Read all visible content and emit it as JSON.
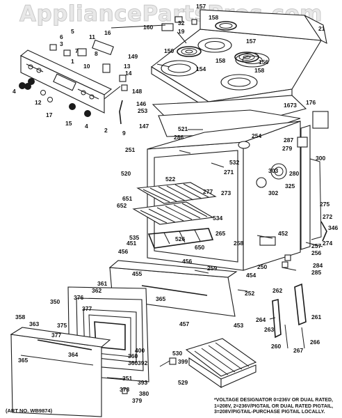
{
  "watermark": "AppliancePartsPros.com",
  "art_number": "(ART NO. WB9874)",
  "voltage_note": [
    "*VOLTAGE DESIGNATOR 0=236V OR DUAL RATED,",
    "1=208V, 2=236V/PIGTAIL OR DUAL RATED PIGTAIL,",
    "3=208V/PIGTAIL-PURCHASE PIGTAIL LOCALLY."
  ],
  "callouts": [
    {
      "id": "c157a",
      "text": "157"
    },
    {
      "id": "c160",
      "text": "160"
    },
    {
      "id": "c32",
      "text": "32"
    },
    {
      "id": "c19",
      "text": "19"
    },
    {
      "id": "c158a",
      "text": "158"
    },
    {
      "id": "c21",
      "text": "21"
    },
    {
      "id": "c16",
      "text": "16"
    },
    {
      "id": "c11",
      "text": "11"
    },
    {
      "id": "c5",
      "text": "5"
    },
    {
      "id": "c6",
      "text": "6"
    },
    {
      "id": "c3",
      "text": "3"
    },
    {
      "id": "c7",
      "text": "7"
    },
    {
      "id": "c1",
      "text": "1"
    },
    {
      "id": "c8",
      "text": "8"
    },
    {
      "id": "c10",
      "text": "10"
    },
    {
      "id": "c149",
      "text": "149"
    },
    {
      "id": "c13",
      "text": "13"
    },
    {
      "id": "c14",
      "text": "14"
    },
    {
      "id": "c150",
      "text": "150"
    },
    {
      "id": "c157b",
      "text": "157"
    },
    {
      "id": "c154",
      "text": "154"
    },
    {
      "id": "c156",
      "text": "156"
    },
    {
      "id": "c158b",
      "text": "158"
    },
    {
      "id": "c158c",
      "text": "158"
    },
    {
      "id": "c4a",
      "text": "4"
    },
    {
      "id": "c12",
      "text": "12"
    },
    {
      "id": "c17",
      "text": "17"
    },
    {
      "id": "c15",
      "text": "15"
    },
    {
      "id": "c4b",
      "text": "4"
    },
    {
      "id": "c2",
      "text": "2"
    },
    {
      "id": "c9",
      "text": "9"
    },
    {
      "id": "c148",
      "text": "148"
    },
    {
      "id": "c146",
      "text": "146"
    },
    {
      "id": "c253",
      "text": "253"
    },
    {
      "id": "c147",
      "text": "147"
    },
    {
      "id": "c1673",
      "text": "1673"
    },
    {
      "id": "c176",
      "text": "176"
    },
    {
      "id": "c521",
      "text": "521"
    },
    {
      "id": "c286",
      "text": "286"
    },
    {
      "id": "c254",
      "text": "254"
    },
    {
      "id": "c287",
      "text": "287"
    },
    {
      "id": "c279",
      "text": "279"
    },
    {
      "id": "c251",
      "text": "251"
    },
    {
      "id": "c532",
      "text": "532"
    },
    {
      "id": "c271",
      "text": "271"
    },
    {
      "id": "c300",
      "text": "300"
    },
    {
      "id": "c520",
      "text": "520"
    },
    {
      "id": "c522",
      "text": "522"
    },
    {
      "id": "c303",
      "text": "303"
    },
    {
      "id": "c280",
      "text": "280"
    },
    {
      "id": "c651",
      "text": "651"
    },
    {
      "id": "c652",
      "text": "652"
    },
    {
      "id": "c277",
      "text": "277"
    },
    {
      "id": "c273",
      "text": "273"
    },
    {
      "id": "c325",
      "text": "325"
    },
    {
      "id": "c302",
      "text": "302"
    },
    {
      "id": "c275",
      "text": "275"
    },
    {
      "id": "c534",
      "text": "534"
    },
    {
      "id": "c272",
      "text": "272"
    },
    {
      "id": "c535",
      "text": "535"
    },
    {
      "id": "c526",
      "text": "526"
    },
    {
      "id": "c265",
      "text": "265"
    },
    {
      "id": "c452",
      "text": "452"
    },
    {
      "id": "c346",
      "text": "346"
    },
    {
      "id": "c274",
      "text": "274"
    },
    {
      "id": "c451",
      "text": "451"
    },
    {
      "id": "c650",
      "text": "650"
    },
    {
      "id": "c258",
      "text": "258"
    },
    {
      "id": "c257",
      "text": "257"
    },
    {
      "id": "c256",
      "text": "256"
    },
    {
      "id": "c456a",
      "text": "456"
    },
    {
      "id": "c456b",
      "text": "456"
    },
    {
      "id": "c250",
      "text": "250"
    },
    {
      "id": "c284",
      "text": "284"
    },
    {
      "id": "c285",
      "text": "285"
    },
    {
      "id": "c259",
      "text": "259"
    },
    {
      "id": "c455",
      "text": "455"
    },
    {
      "id": "c454",
      "text": "454"
    },
    {
      "id": "c361",
      "text": "361"
    },
    {
      "id": "c362",
      "text": "362"
    },
    {
      "id": "c252",
      "text": "252"
    },
    {
      "id": "c262",
      "text": "262"
    },
    {
      "id": "c365a",
      "text": "365"
    },
    {
      "id": "c350",
      "text": "350"
    },
    {
      "id": "c376",
      "text": "376"
    },
    {
      "id": "c377a",
      "text": "377"
    },
    {
      "id": "c453",
      "text": "453"
    },
    {
      "id": "c264",
      "text": "264"
    },
    {
      "id": "c261",
      "text": "261"
    },
    {
      "id": "c358",
      "text": "358"
    },
    {
      "id": "c457",
      "text": "457"
    },
    {
      "id": "c363",
      "text": "363"
    },
    {
      "id": "c375",
      "text": "375"
    },
    {
      "id": "c263",
      "text": "263"
    },
    {
      "id": "c377b",
      "text": "377"
    },
    {
      "id": "c400",
      "text": "400"
    },
    {
      "id": "c260",
      "text": "260"
    },
    {
      "id": "c266",
      "text": "266"
    },
    {
      "id": "c267",
      "text": "267"
    },
    {
      "id": "c530",
      "text": "530"
    },
    {
      "id": "c364",
      "text": "364"
    },
    {
      "id": "c360",
      "text": "360"
    },
    {
      "id": "c365b",
      "text": "365"
    },
    {
      "id": "c360b",
      "text": "360"
    },
    {
      "id": "c392",
      "text": "392"
    },
    {
      "id": "c399",
      "text": "399"
    },
    {
      "id": "c351",
      "text": "351"
    },
    {
      "id": "c393",
      "text": "393"
    },
    {
      "id": "c378",
      "text": "378"
    },
    {
      "id": "c529",
      "text": "529"
    },
    {
      "id": "c379",
      "text": "379"
    },
    {
      "id": "c380",
      "text": "380"
    }
  ]
}
